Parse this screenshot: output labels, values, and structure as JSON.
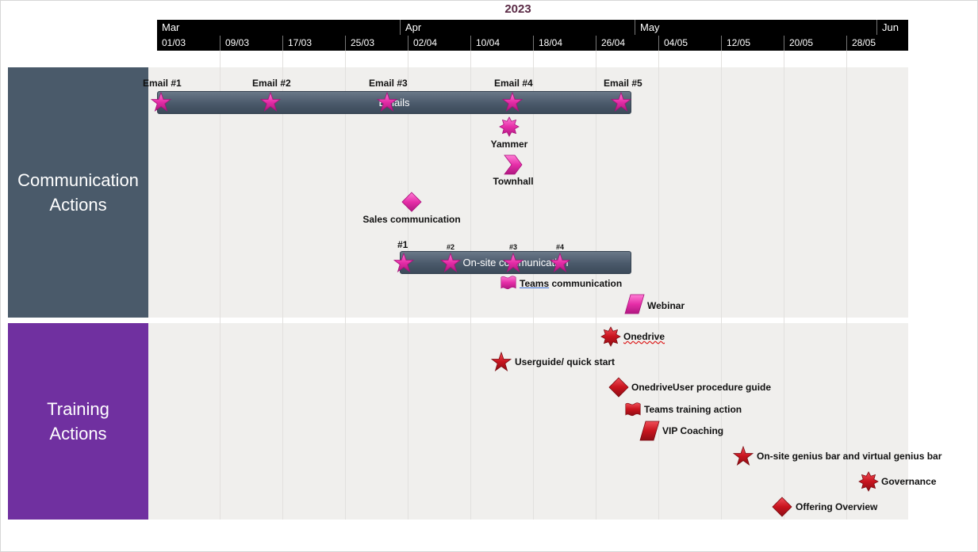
{
  "timeline": {
    "year": "2023",
    "months": [
      "Mar",
      "Apr",
      "May",
      "Jun"
    ],
    "dates": [
      "01/03",
      "09/03",
      "17/03",
      "25/03",
      "02/04",
      "10/04",
      "18/04",
      "26/04",
      "04/05",
      "12/05",
      "20/05",
      "28/05"
    ]
  },
  "swimlanes": {
    "communication": {
      "title_line1": "Communication",
      "title_line2": "Actions",
      "color": "#4a5a6a"
    },
    "training": {
      "title_line1": "Training",
      "title_line2": "Actions",
      "color": "#7030a0"
    }
  },
  "tasks": {
    "emails_bar": {
      "label": "Emails"
    },
    "onsite_bar": {
      "label": "On-site communication"
    }
  },
  "milestones": {
    "email1": "Email #1",
    "email2": "Email #2",
    "email3": "Email #3",
    "email4": "Email #4",
    "email5": "Email #5",
    "yammer": "Yammer",
    "townhall": "Townhall",
    "sales": "Sales communication",
    "onsite1": "#1",
    "onsite2": "#2",
    "onsite3": "#3",
    "onsite4": "#4",
    "teams_comm_word": "Teams",
    "teams_comm_rest": " communication",
    "webinar": "Webinar",
    "onedrive": "Onedrive",
    "userguide": "Userguide/ quick start",
    "procedure": "OnedriveUser procedure guide",
    "teams_training": "Teams training action",
    "vip": "VIP Coaching",
    "geniusbar": "On-site genius bar and virtual genius bar",
    "governance": "Governance",
    "offering": "Offering Overview"
  },
  "colors": {
    "communication_marker": "#e62ea8",
    "training_marker": "#c8141e",
    "scale_bg": "#000000",
    "year_text": "#5a2a45"
  },
  "icons": {
    "star": "five-point-star",
    "burst": "eight-point-star",
    "chevron": "chevron",
    "diamond": "diamond",
    "flag": "flag",
    "parallelogram": "parallelogram"
  }
}
